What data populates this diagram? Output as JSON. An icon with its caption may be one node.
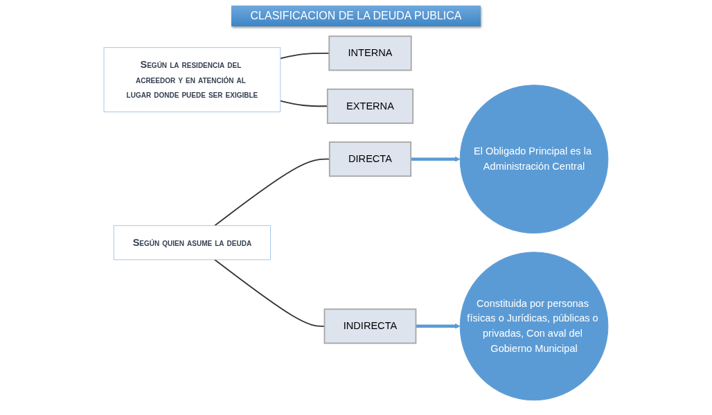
{
  "diagram": {
    "title": "CLASIFICACION DE LA DEUDA PUBLICA",
    "nodes": [
      {
        "text": [
          "Según la residencia del acreedor y en atención al lugar donde puede ser exigible"
        ]
      },
      {
        "text": [
          "INTERNA"
        ]
      },
      {
        "text": [
          "EXTERNA"
        ]
      },
      {
        "text": [
          "Según quien asume la deuda"
        ]
      },
      {
        "text": [
          "DIRECTA"
        ]
      },
      {
        "text": [
          "INDIRECTA"
        ]
      },
      {
        "text": [
          "El Obligado Principal es la Administración Central"
        ]
      },
      {
        "text": [
          "Constituida por personas físicas o Jurídicas, públicas o privadas, Con aval del Gobierno Municipal"
        ]
      }
    ],
    "edges": [
      {
        "from": 0,
        "to": 1,
        "arrow": "none"
      },
      {
        "from": 0,
        "to": 2,
        "arrow": "none"
      },
      {
        "from": 3,
        "to": 4,
        "arrow": "none"
      },
      {
        "from": 3,
        "to": 5,
        "arrow": "none"
      },
      {
        "from": 4,
        "to": 6,
        "arrow": "to",
        "style": "thick",
        "color": "#5b9bd5"
      },
      {
        "from": 5,
        "to": 7,
        "arrow": "to",
        "style": "thick",
        "color": "#5b9bd5"
      }
    ]
  }
}
